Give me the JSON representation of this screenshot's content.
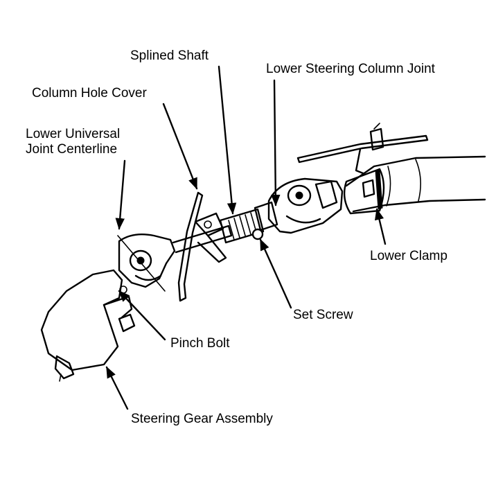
{
  "labels": {
    "splined_shaft": "Splined Shaft",
    "lower_steering_column_joint": "Lower Steering Column Joint",
    "column_hole_cover": "Column Hole Cover",
    "lower_universal_joint_centerline": "Lower Universal\nJoint Centerline",
    "lower_clamp": "Lower Clamp",
    "set_screw": "Set Screw",
    "pinch_bolt": "Pinch Bolt",
    "steering_gear_assembly": "Steering Gear Assembly"
  },
  "colors": {
    "ink": "#000000",
    "background": "#ffffff"
  }
}
